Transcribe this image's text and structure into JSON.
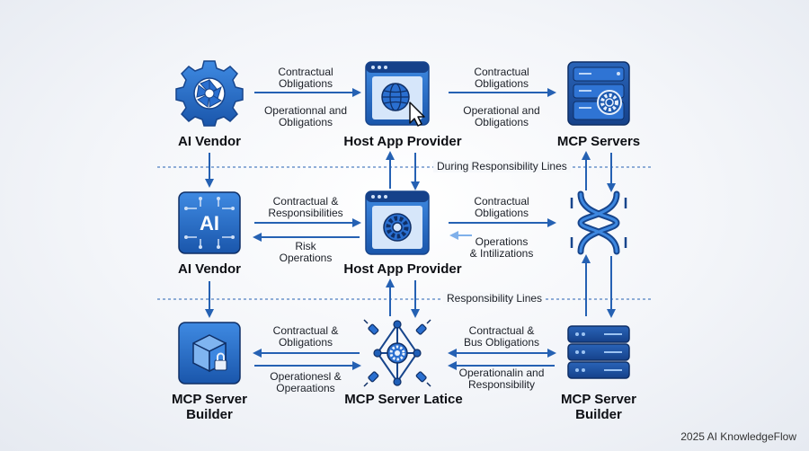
{
  "nodes": {
    "ai_vendor_top": "AI Vendor",
    "host_top": "Host App Provider",
    "mcp_servers": "MCP Servers",
    "ai_vendor_mid": "AI Vendor",
    "host_mid": "Host App Provider",
    "builder_left": "MCP Server\nBuilder",
    "latice": "MCP Server Latice",
    "builder_right": "MCP Server\nBuilder"
  },
  "ai_chip_text": "AI",
  "edges": {
    "r1_left_top": "Contractual\nObligations",
    "r1_left_bottom": "Operationnal and\nObligations",
    "r1_right_top": "Contractual\nObligations",
    "r1_right_bottom": "Operational and\nObligations",
    "r2_left_top": "Contractual &\nResponsibilities",
    "r2_left_bottom": "Risk\nOperations",
    "r2_right_top": "Contractual\nObligations",
    "r2_right_bottom": "Operations\n& Intilizations",
    "r3_left_top": "Contractual &\nObligations",
    "r3_left_bottom": "Operationesl &\nOperaations",
    "r3_right_top": "Contractual &\nBus Obligations",
    "r3_right_bottom": "Operationalin and\nResponsibility"
  },
  "dividers": {
    "top": "During Responsibility Lines",
    "bottom": "Responsibility Lines"
  },
  "footer": "2025 AI KnowledgeFlow",
  "colors": {
    "primary": "#1f5fb8",
    "dark": "#17458c",
    "light": "#3d87e0",
    "arrow": "#2561b3"
  }
}
